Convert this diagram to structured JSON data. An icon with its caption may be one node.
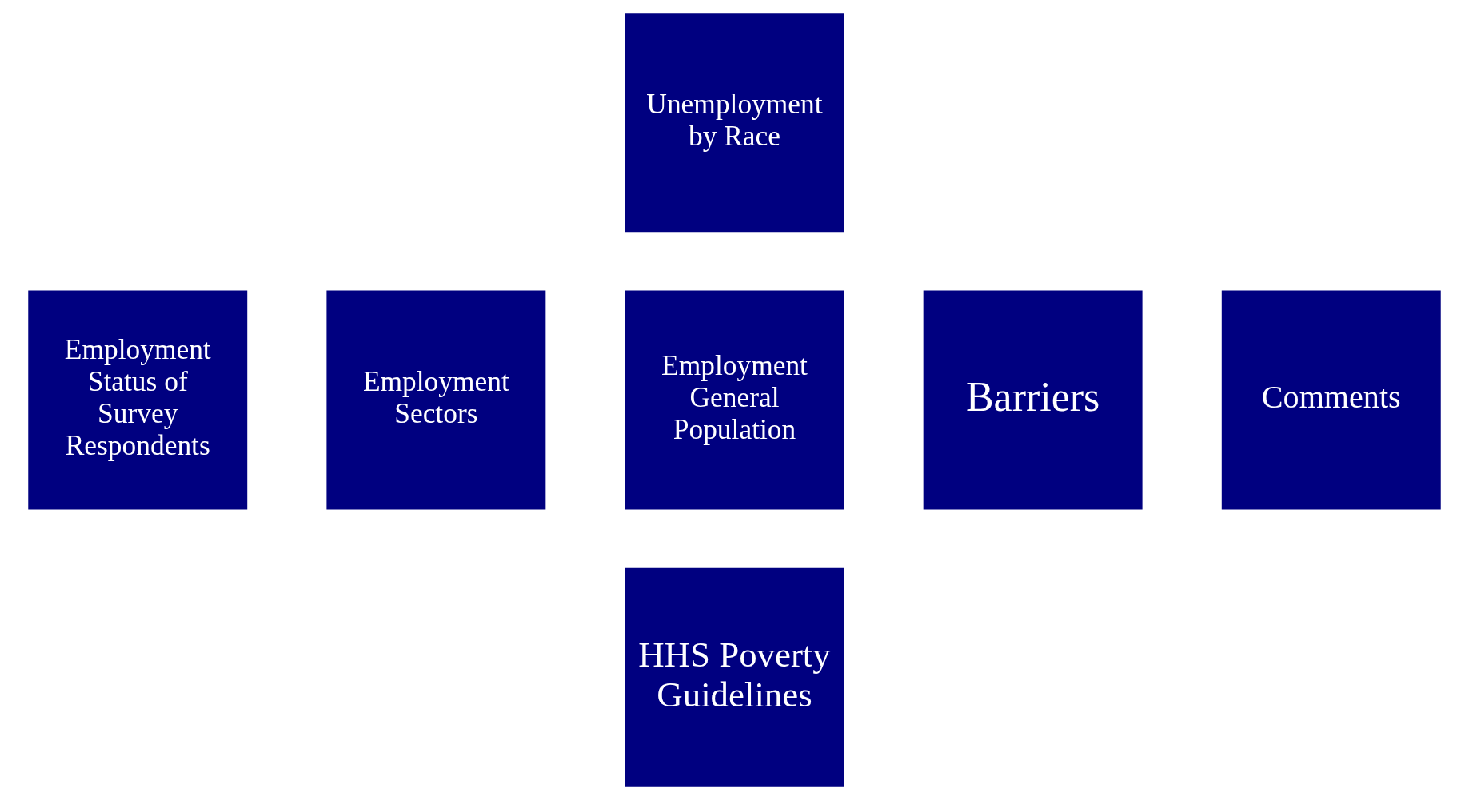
{
  "diagram": {
    "nodes": [
      {
        "text": [
          "Unemployment by Race"
        ]
      },
      {
        "text": [
          "Employment Status of Survey Respondents"
        ]
      },
      {
        "text": [
          "Employment Sectors"
        ]
      },
      {
        "text": [
          "Employment General Population"
        ]
      },
      {
        "text": [
          "Barriers"
        ]
      },
      {
        "text": [
          "Comments"
        ]
      },
      {
        "text": [
          "HHS Poverty Guidelines"
        ]
      }
    ],
    "edges": []
  }
}
